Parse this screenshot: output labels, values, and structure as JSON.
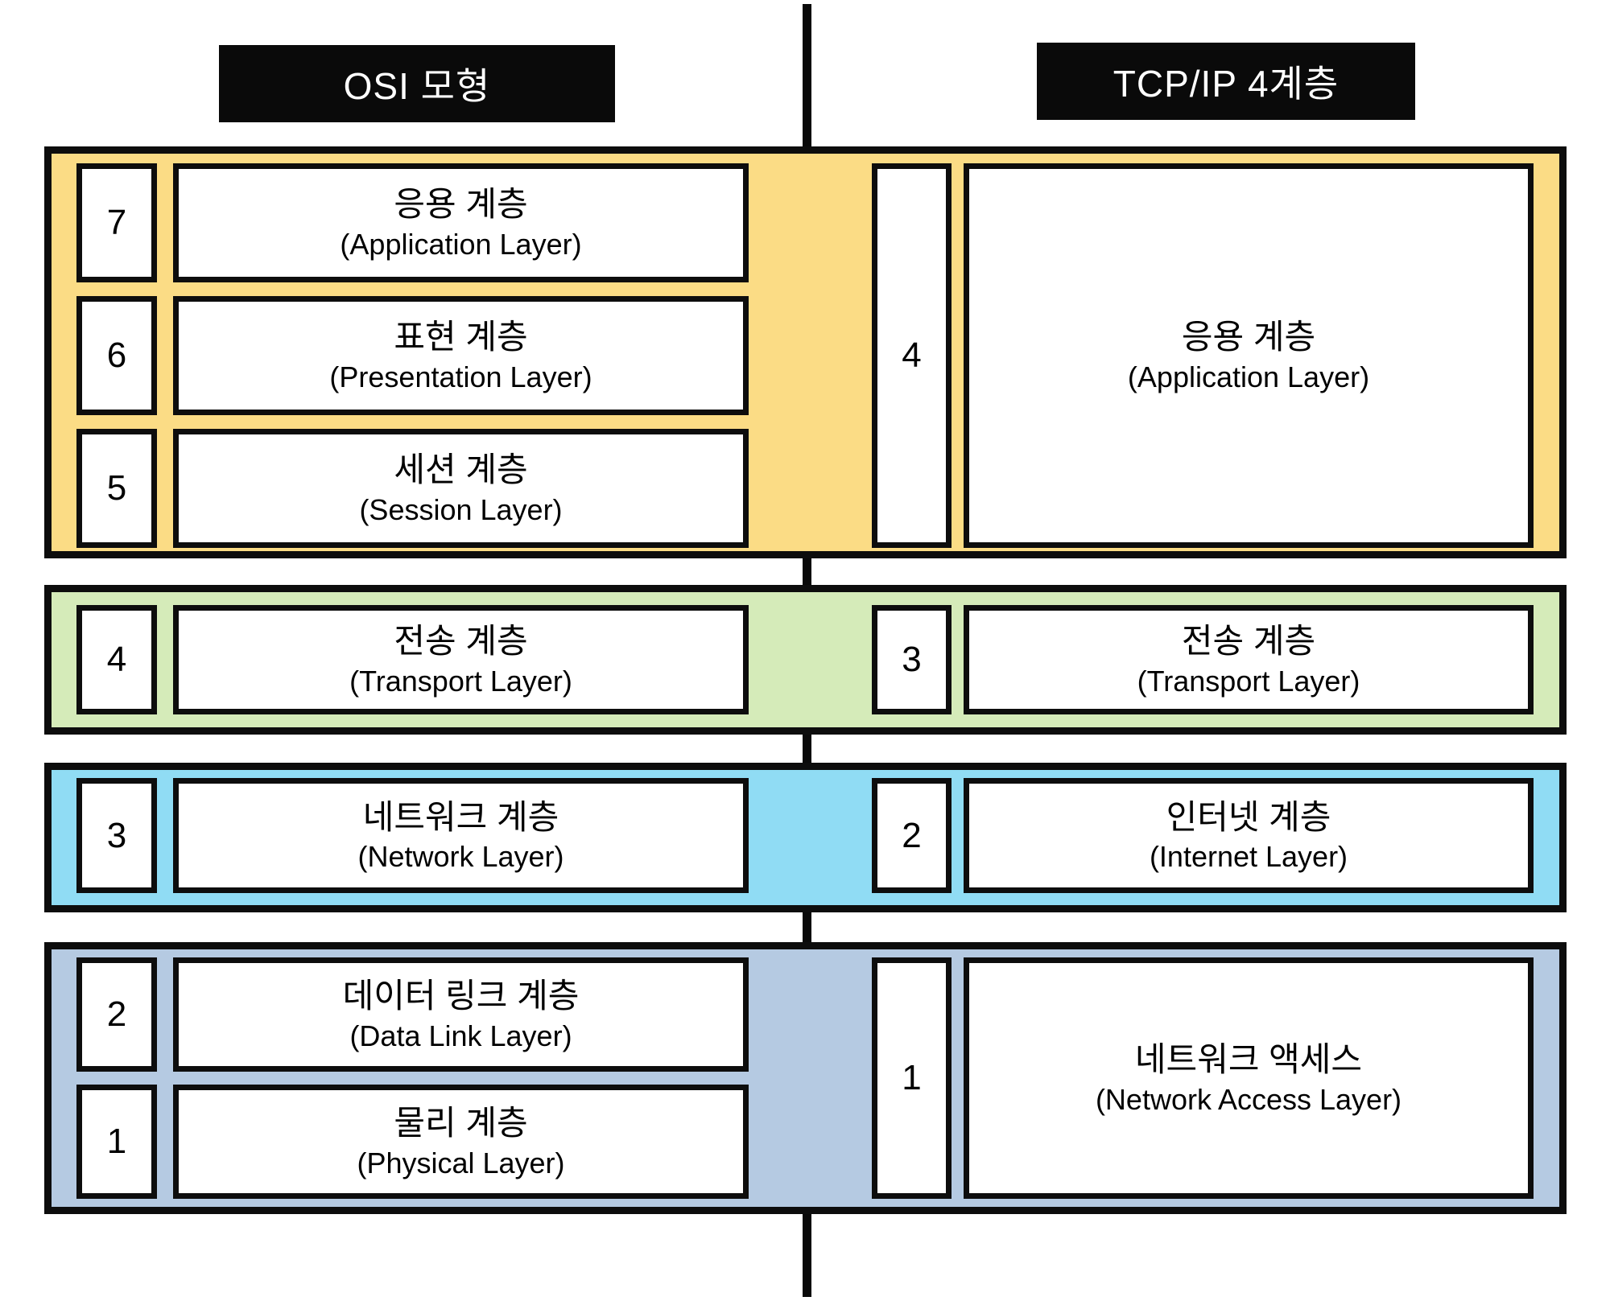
{
  "headers": {
    "left": "OSI 모형",
    "right": "TCP/IP 4계층"
  },
  "colors": {
    "yellow": "#FBDC85",
    "green": "#D5EBB9",
    "blue": "#90DCF4",
    "bluegray": "#B5CAE2",
    "header_bg": "#0A0A0A",
    "header_text": "#FFFFFF",
    "border": "#0D0D0D"
  },
  "bands": [
    {
      "color_key": "yellow",
      "osi_rows": [
        {
          "number": "7",
          "korean": "응용 계층",
          "english": "(Application Layer)"
        },
        {
          "number": "6",
          "korean": "표현 계층",
          "english": "(Presentation Layer)"
        },
        {
          "number": "5",
          "korean": "세션 계층",
          "english": "(Session Layer)"
        }
      ],
      "tcpip_rows": [
        {
          "number": "4",
          "korean": "응용 계층",
          "english": "(Application Layer)"
        }
      ]
    },
    {
      "color_key": "green",
      "osi_rows": [
        {
          "number": "4",
          "korean": "전송 계층",
          "english": "(Transport Layer)"
        }
      ],
      "tcpip_rows": [
        {
          "number": "3",
          "korean": "전송 계층",
          "english": "(Transport Layer)"
        }
      ]
    },
    {
      "color_key": "blue",
      "osi_rows": [
        {
          "number": "3",
          "korean": "네트워크 계층",
          "english": "(Network Layer)"
        }
      ],
      "tcpip_rows": [
        {
          "number": "2",
          "korean": "인터넷 계층",
          "english": "(Internet Layer)"
        }
      ]
    },
    {
      "color_key": "bluegray",
      "osi_rows": [
        {
          "number": "2",
          "korean": "데이터 링크 계층",
          "english": "(Data Link Layer)"
        },
        {
          "number": "1",
          "korean": "물리 계층",
          "english": "(Physical Layer)"
        }
      ],
      "tcpip_rows": [
        {
          "number": "1",
          "korean": "네트워크 액세스",
          "english": "(Network Access Layer)"
        }
      ]
    }
  ]
}
